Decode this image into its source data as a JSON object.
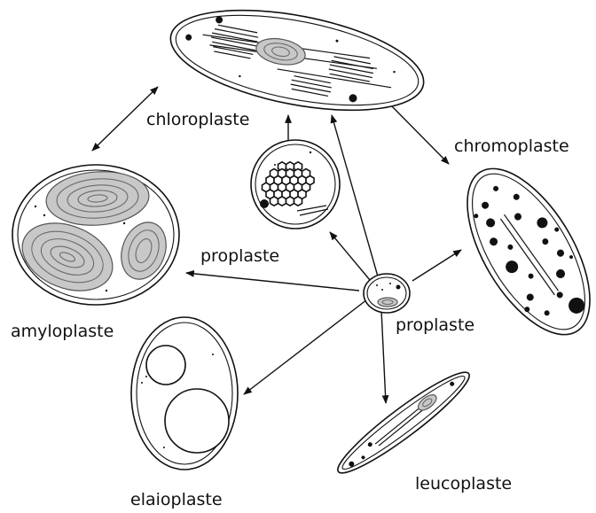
{
  "labels": {
    "chloroplast": "chloroplaste",
    "chromoplast": "chromoplaste",
    "proplast_center": "proplaste",
    "proplast_small": "proplaste",
    "amyloplast": "amyloplaste",
    "elaioplast": "elaioplaste",
    "leucoplast": "leucoplaste"
  },
  "colors": {
    "line": "#111111",
    "starch_grain": "#c8c8c8",
    "background": "#ffffff"
  }
}
